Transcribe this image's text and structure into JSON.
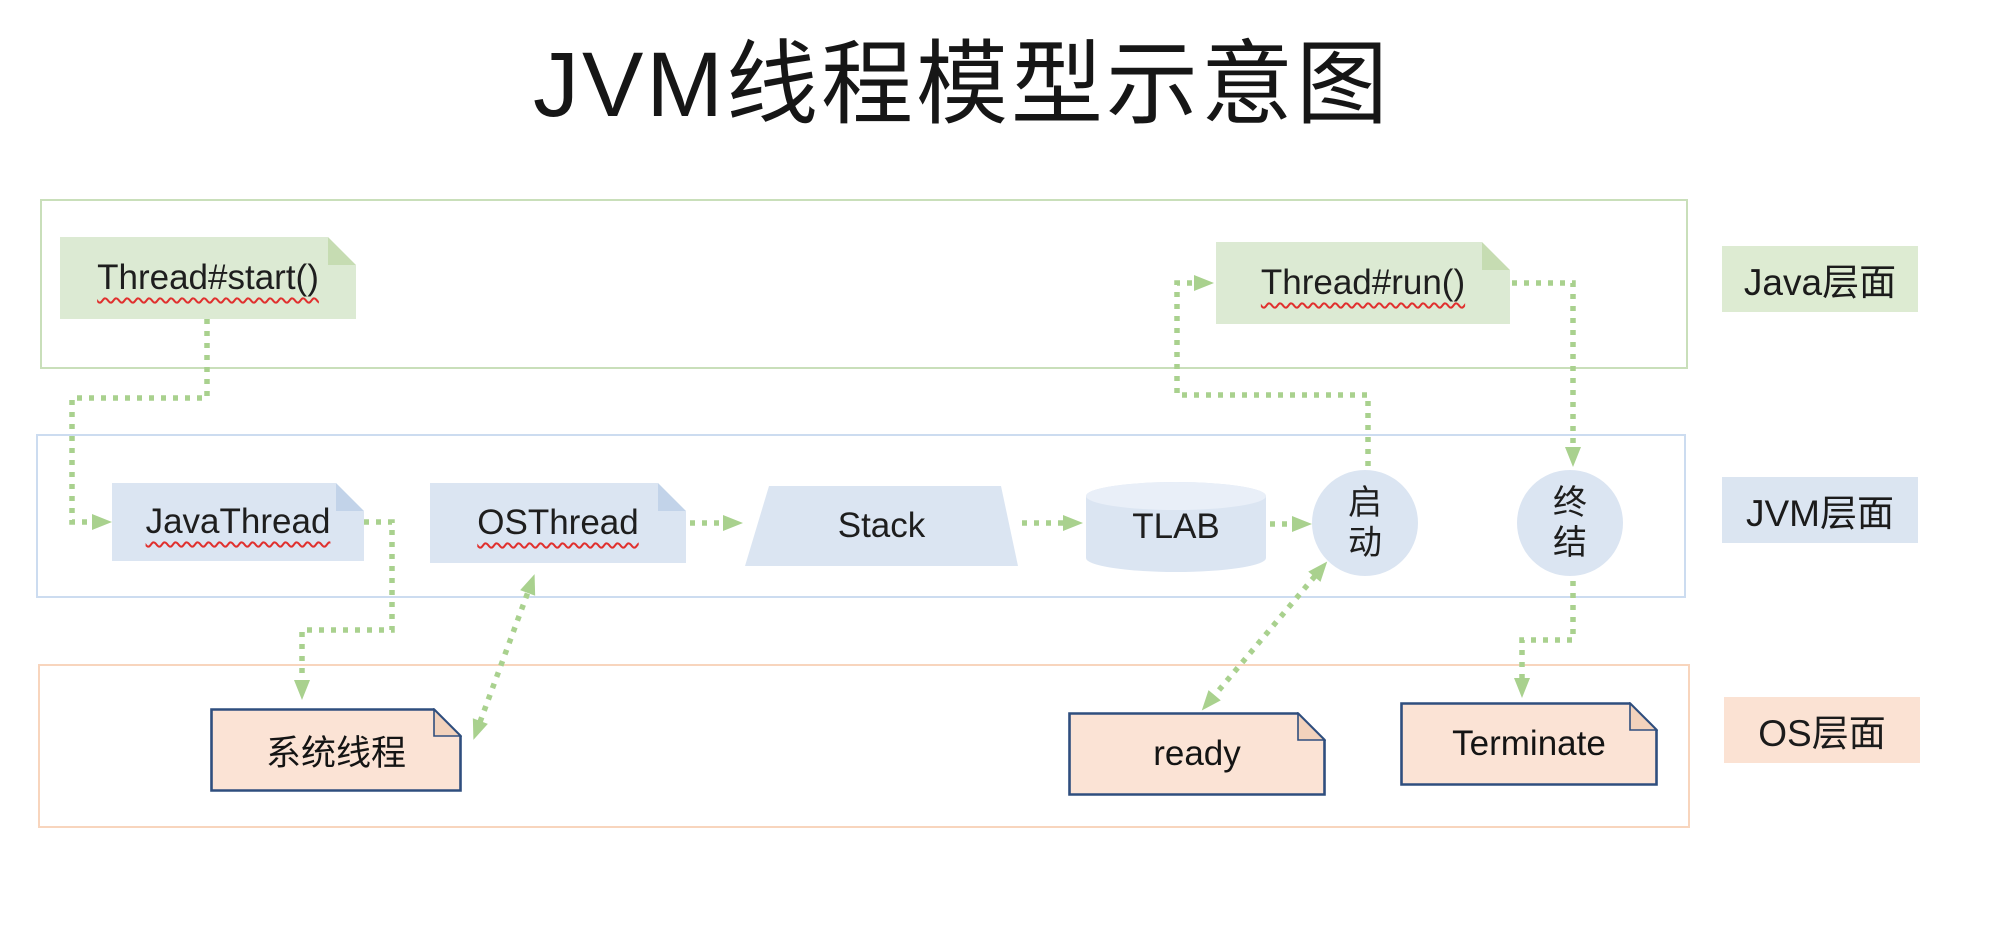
{
  "title": "JVM线程模型示意图",
  "layers": {
    "java": {
      "label": "Java层面"
    },
    "jvm": {
      "label": "JVM层面"
    },
    "os": {
      "label": "OS层面"
    }
  },
  "nodes": {
    "thread_start": "Thread#start()",
    "thread_run": "Thread#run()",
    "java_thread": "JavaThread",
    "os_thread": "OSThread",
    "stack": "Stack",
    "tlab": "TLAB",
    "launch": "启动",
    "finish": "终结",
    "system_thread": "系统线程",
    "ready": "ready",
    "terminate": "Terminate"
  },
  "colors": {
    "arrow_green": "#a9d18e",
    "note_green_fill": "#dcead3",
    "node_blue_fill": "#dbe5f2",
    "tag_peach_fill": "#fbe3d5",
    "tag_border_navy": "#2f4e7e",
    "band_border_green": "#c9dfba",
    "band_border_blue": "#ccdcf0",
    "band_border_peach": "#f8d5bd",
    "label_green_bg": "#ddebd2",
    "label_blue_bg": "#dbe5f1",
    "label_peach_bg": "#fbe2d3",
    "squiggle_red": "#e0302e"
  }
}
